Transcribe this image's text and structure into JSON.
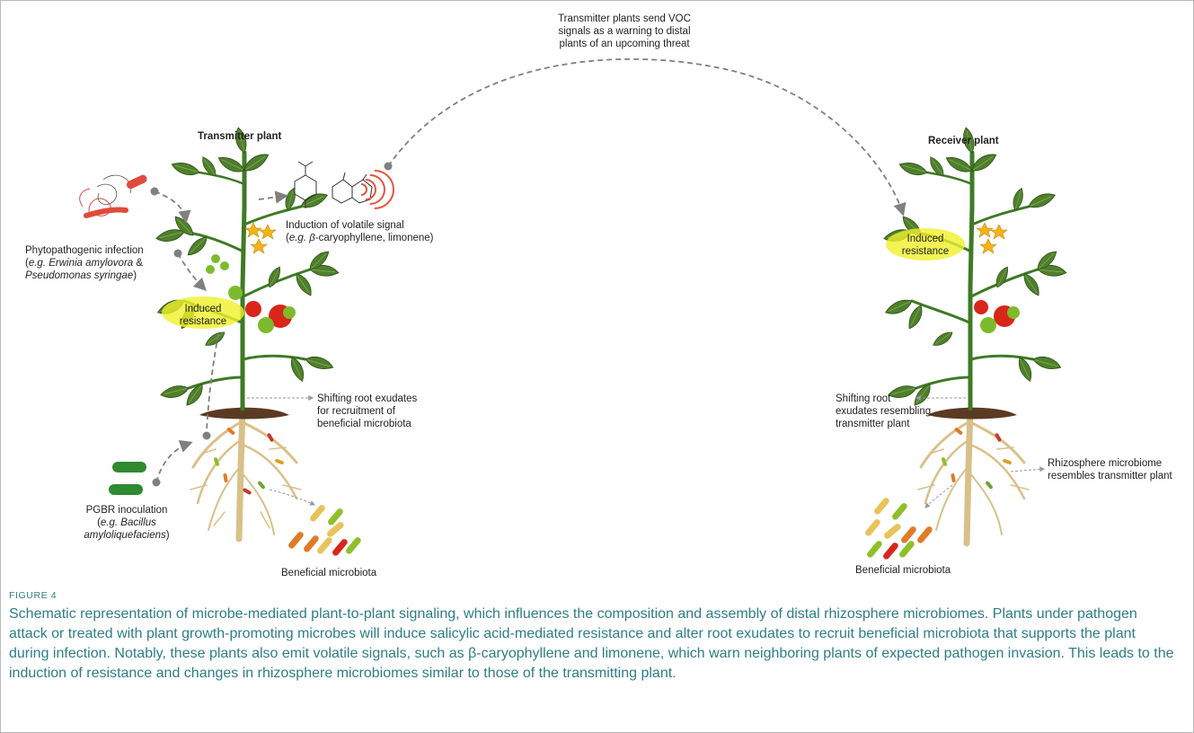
{
  "labels": {
    "transmitter_title": "Transmitter plant",
    "receiver_title": "Receiver plant",
    "voc_signal": [
      "Transmitter plants send VOC",
      "signals as a warning to distal",
      "plants of an upcoming threat"
    ],
    "volatile_induction": "Induction of volatile signal",
    "volatile_examples": {
      "open": "(",
      "eg": "e.g. ",
      "beta": "β",
      "rest": "-caryophyllene, limonene)"
    },
    "phyto_infection": "Phytopathogenic infection",
    "phyto_line2": {
      "open": "(",
      "eg": "e.g. Erwinia amylovora",
      "amp": " &"
    },
    "phyto_line3": {
      "name": "Pseudomonas syringae",
      "close": ")"
    },
    "induced_resistance_1": "Induced",
    "induced_resistance_2": "resistance",
    "shifting_exudates_transmitter": [
      "Shifting root exudates",
      "for recruitment of",
      "beneficial microbiota"
    ],
    "shifting_exudates_receiver": [
      "Shifting root",
      "exudates resembling",
      "transmitter plant"
    ],
    "rhizosphere": [
      "Rhizosphere microbiome",
      "resembles transmitter plant"
    ],
    "pgbr": {
      "line1": "PGBR inoculation",
      "open": "(",
      "eg": "e.g. Bacillus",
      "line3": "amyloliquefaciens",
      "close": ")"
    },
    "beneficial_microbiota": "Beneficial microbiota"
  },
  "caption": {
    "figure_label": "FIGURE 4",
    "text": "Schematic representation of microbe-mediated plant-to-plant signaling, which influences the composition and assembly of distal rhizosphere microbiomes. Plants under pathogen attack or treated with plant growth-promoting microbes will induce salicylic acid-mediated resistance and alter root exudates to recruit beneficial microbiota that supports the plant during infection. Notably, these plants also emit volatile signals, such as β-caryophyllene and limonene, which warn neighboring plants of expected pathogen invasion. This leads to the induction of resistance and changes in rhizosphere microbiomes similar to those of the transmitting plant."
  },
  "colors": {
    "caption": "#2e7e86",
    "highlight": "#f0f02a",
    "leaf": "#4f7f2c",
    "leaf_light": "#6ea33b",
    "stem": "#3f7a25",
    "tomato_red": "#d8261b",
    "tomato_green": "#7dbb2c",
    "flower": "#f2b318",
    "soil": "#5a3a22",
    "root": "#d9c089",
    "signal": "#e9533b",
    "pathogen": "#e04a3a",
    "pgbr": "#2f8a30",
    "dashed": "#808080"
  }
}
